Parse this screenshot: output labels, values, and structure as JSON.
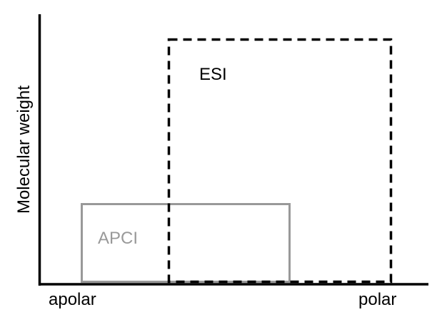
{
  "diagram": {
    "y_axis_label": "Molecular weight",
    "x_axis_left_label": "apolar",
    "x_axis_right_label": "polar",
    "regions": [
      {
        "name": "ESI",
        "line_style": "dashed",
        "color": "#000000"
      },
      {
        "name": "APCI",
        "line_style": "solid",
        "color": "#999999"
      }
    ]
  }
}
